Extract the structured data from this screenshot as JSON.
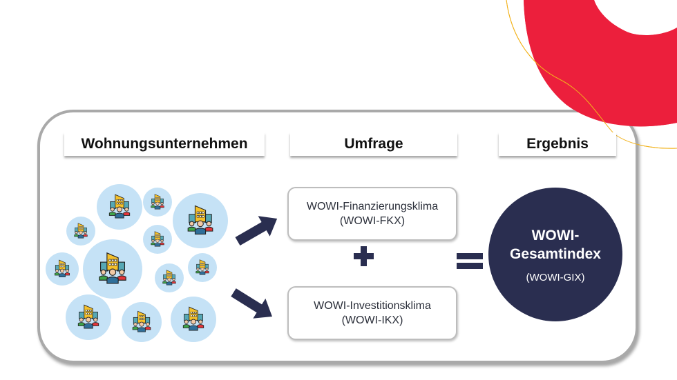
{
  "colors": {
    "accent_red": "#ec1f3c",
    "accent_yellow": "#f2b21b",
    "navy": "#2a2e50",
    "bubble": "#c5e2f6",
    "frame_border": "#a9a9a9"
  },
  "headers": {
    "companies": "Wohnungsunternehmen",
    "survey": "Umfrage",
    "result": "Ergebnis"
  },
  "survey": {
    "items": [
      {
        "name": "WOWI-Finanzierungsklima",
        "code": "(WOWI-FKX)"
      },
      {
        "name": "WOWI-Investitionsklima",
        "code": "(WOWI-IKX)"
      }
    ],
    "operator_plus": "plus-icon",
    "operator_equals": "equals-icon"
  },
  "result": {
    "title_line1": "WOWI-",
    "title_line2": "Gesamtindex",
    "code": "(WOWI-GIX)"
  },
  "companies": {
    "icon": "company-team-icon",
    "count": 12
  }
}
